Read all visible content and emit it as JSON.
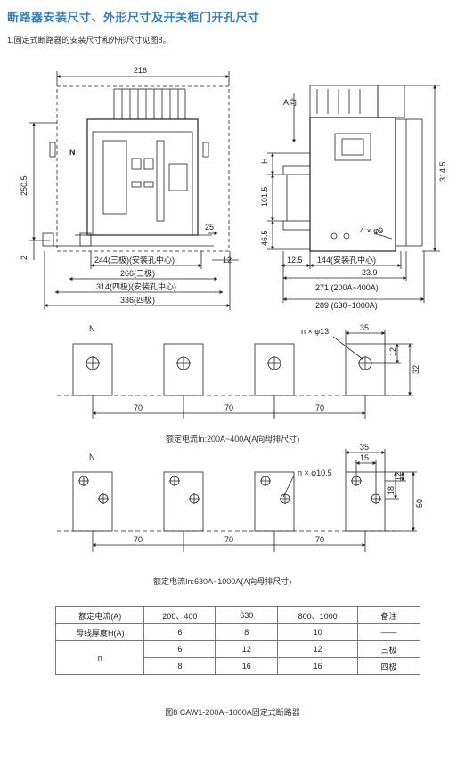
{
  "title": "断路器安装尺寸、外形尺寸及开关柜门开孔尺寸",
  "subtitle": "1.固定式断路器的安装尺寸和外形尺寸见图8。",
  "front_view": {
    "dim_216": "216",
    "dim_250_5": "250.5",
    "dim_2": "2",
    "dim_25": "25",
    "dim_12": "12",
    "dim_244": "244(三极)(安装孔中心)",
    "dim_266": "266(三极)",
    "dim_314": "314(四极)(安装孔中心)",
    "dim_336": "336(四极)",
    "label_n": "N"
  },
  "side_view": {
    "label_a": "A向",
    "dim_h": "H",
    "dim_101_5": "101.5",
    "dim_46_5": "46.5",
    "dim_314_5": "314.5",
    "dim_12_5": "12.5",
    "dim_144": "144(安装孔中心)",
    "dim_23_9": "23.9",
    "dim_271": "271 (200A~400A)",
    "dim_289": "289 (630~1000A)",
    "hole_label": "4 × φ9"
  },
  "busbar_1": {
    "label_n": "N",
    "hole_label": "n × φ13",
    "dim_35": "35",
    "dim_12": "12",
    "dim_32": "32",
    "spacing": [
      "70",
      "70",
      "70"
    ],
    "caption": "额定电流In:200A~400A(A向母排尺寸)"
  },
  "busbar_2": {
    "label_n": "N",
    "hole_label": "n × φ10.5",
    "dim_35": "35",
    "dim_15": "15",
    "dim_18": "18",
    "dim_12": "12",
    "dim_50": "50",
    "spacing": [
      "70",
      "70",
      "70"
    ],
    "caption": "额定电流In:630A~1000A(A向母排尺寸)"
  },
  "spec_table": {
    "header": [
      "额定电流(A)",
      "200、400",
      "630",
      "800、1000",
      "备注"
    ],
    "row_h": [
      "母线厚度H(A)",
      "6",
      "8",
      "10",
      "——"
    ],
    "row_n_label": "n",
    "row_n1": [
      "6",
      "12",
      "12",
      "三极"
    ],
    "row_n2": [
      "8",
      "16",
      "16",
      "四极"
    ]
  },
  "figure_caption": "图8 CAW1-200A~1000A固定式断路器"
}
